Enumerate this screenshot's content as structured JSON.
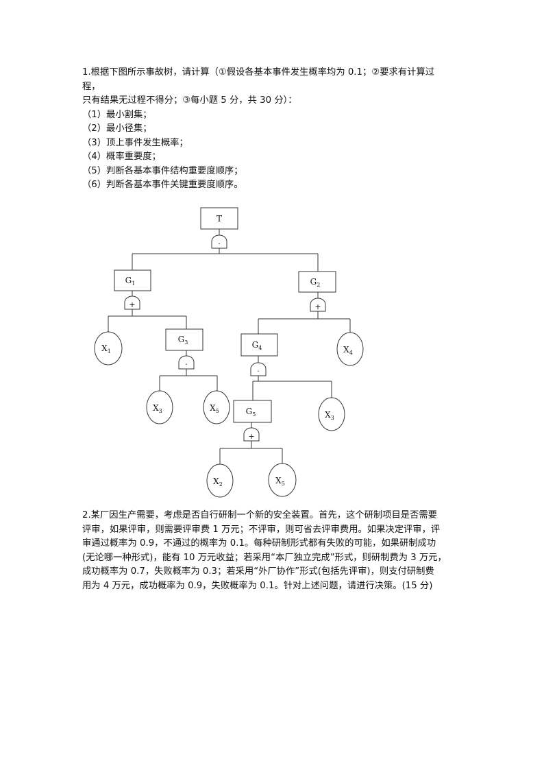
{
  "question1": {
    "lines": [
      "1.根据下图所示事故树，请计算（①假设各基本事件发生概率均为 0.1；②要求有计算过",
      "程，",
      "只有结果无过程不得分；③每小题 5 分，共 30 分）：",
      "（1）最小割集；",
      "（2）最小径集；",
      "（3）顶上事件发生概率；",
      "（4）概率重要度；",
      "（5）判断各基本事件结构重要度顺序；",
      "（6）判断各基本事件关键重要度顺序。"
    ]
  },
  "fault_tree": {
    "top": {
      "label": "T",
      "gate": "·"
    },
    "g1": {
      "label": "G",
      "sub": "1",
      "gate": "+"
    },
    "g2": {
      "label": "G",
      "sub": "2",
      "gate": "+"
    },
    "g3": {
      "label": "G",
      "sub": "3",
      "gate": "·"
    },
    "g4": {
      "label": "G",
      "sub": "4",
      "gate": "·"
    },
    "g5": {
      "label": "G",
      "sub": "5",
      "gate": "+"
    },
    "x1": {
      "label": "X",
      "sub": "1"
    },
    "x3a": {
      "label": "X",
      "sub": "3"
    },
    "x5a": {
      "label": "X",
      "sub": "5"
    },
    "x4": {
      "label": "X",
      "sub": "4"
    },
    "x3b": {
      "label": "X",
      "sub": "3"
    },
    "x2": {
      "label": "X",
      "sub": "2"
    },
    "x5b": {
      "label": "X",
      "sub": "5"
    }
  },
  "question2": {
    "lines": [
      "2.某厂因生产需要，考虑是否自行研制一个新的安全装置。首先，这个研制项目是否需要",
      "评审，如果评审，则需要评审费 1 万元；不评审，则可省去评审费用。如果决定评审，评",
      "审通过概率为 0.9，不通过的概率为 0.1。每种研制形式都有失败的可能，如果研制成功",
      "(无论哪一种形式)，能有 10 万元收益；若采用“本厂独立完成”形式，则研制费为 3 万元，",
      "成功概率为 0.7，失败概率为 0.3；若采用“外厂协作”形式(包括先评审)，则支付研制费",
      "用为 4 万元，成功概率为 0.9，失败概率为 0.1。针对上述问题，请进行决策。(15 分)"
    ]
  }
}
